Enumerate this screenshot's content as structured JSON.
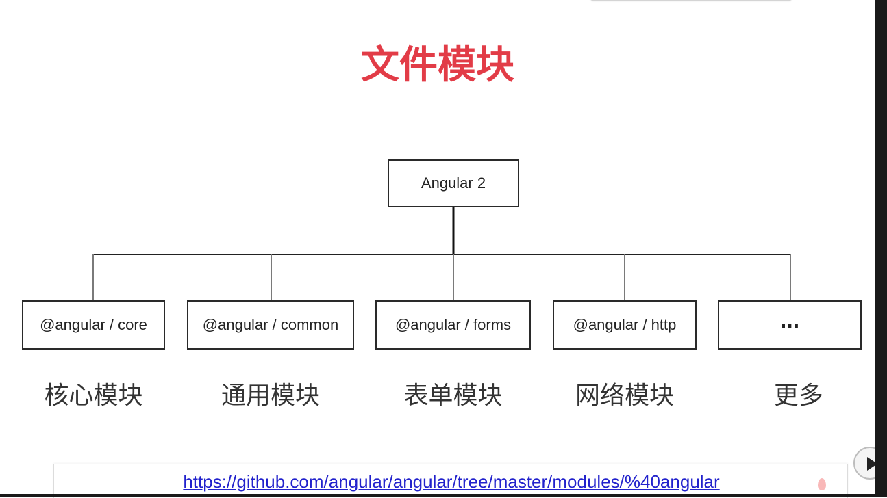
{
  "title": "文件模块",
  "root": {
    "label": "Angular 2"
  },
  "modules": [
    {
      "package": "@angular / core",
      "caption": "核心模块"
    },
    {
      "package": "@angular / common",
      "caption": "通用模块"
    },
    {
      "package": "@angular / forms",
      "caption": "表单模块"
    },
    {
      "package": "@angular / http",
      "caption": "网络模块"
    },
    {
      "package": "...",
      "caption": "更多"
    }
  ],
  "footer": {
    "link": "https://github.com/angular/angular/tree/master/modules/%40angular"
  },
  "colors": {
    "title": "#e23c47",
    "link": "#2222cc",
    "box_border": "#2a2a2a"
  },
  "icons": [
    "play-icon",
    "flame-icon"
  ]
}
